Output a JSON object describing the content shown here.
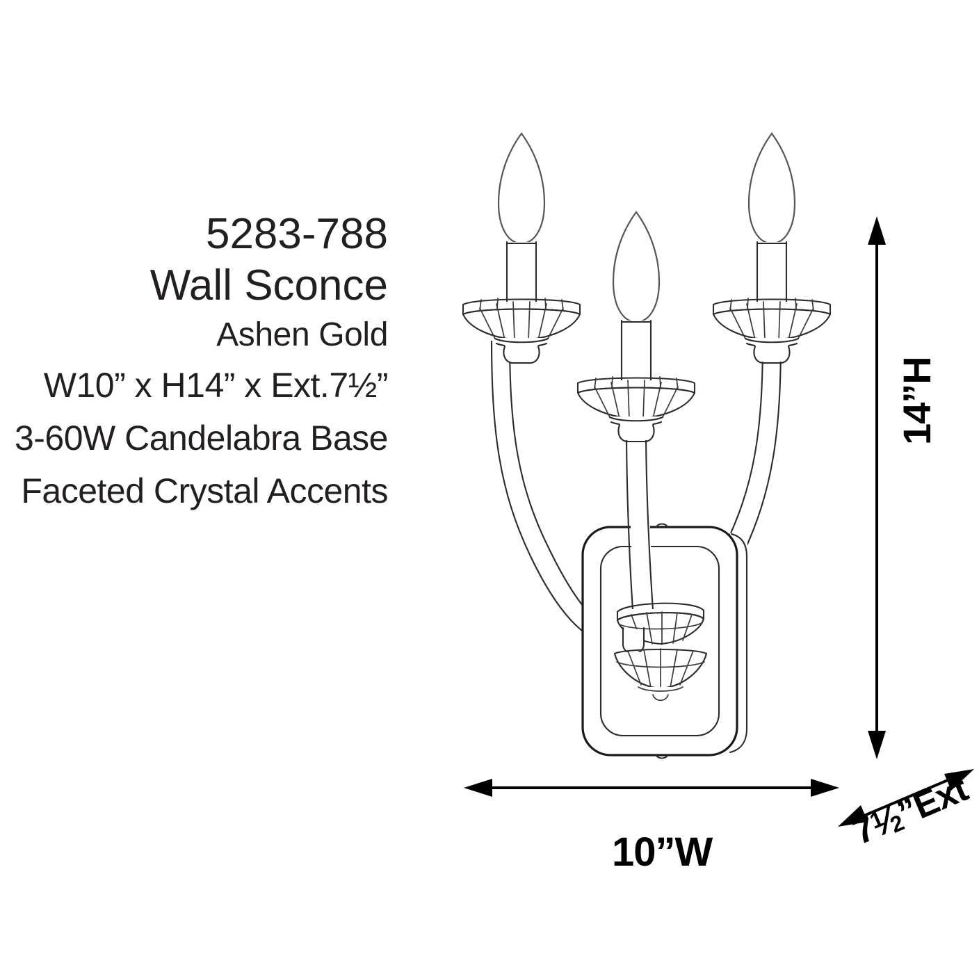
{
  "product": {
    "model_number": "5283-788",
    "type": "Wall Sconce",
    "finish": "Ashen Gold",
    "dimensions_line": "W10” x H14” x Ext.7½”",
    "lamping": "3-60W Candelabra Base",
    "accents": "Faceted Crystal Accents"
  },
  "dimension_callouts": {
    "height": "14”H",
    "width": "10”W",
    "extension_value": "7",
    "extension_frac_num": "1",
    "extension_frac_den": "2",
    "extension_suffix": "”Ext"
  },
  "drawing": {
    "title": "three-light candle wall sconce line drawing",
    "candle_count": 3,
    "stroke_color": "#1a1a1a",
    "fill_color": "#ffffff",
    "background": "#ffffff"
  }
}
